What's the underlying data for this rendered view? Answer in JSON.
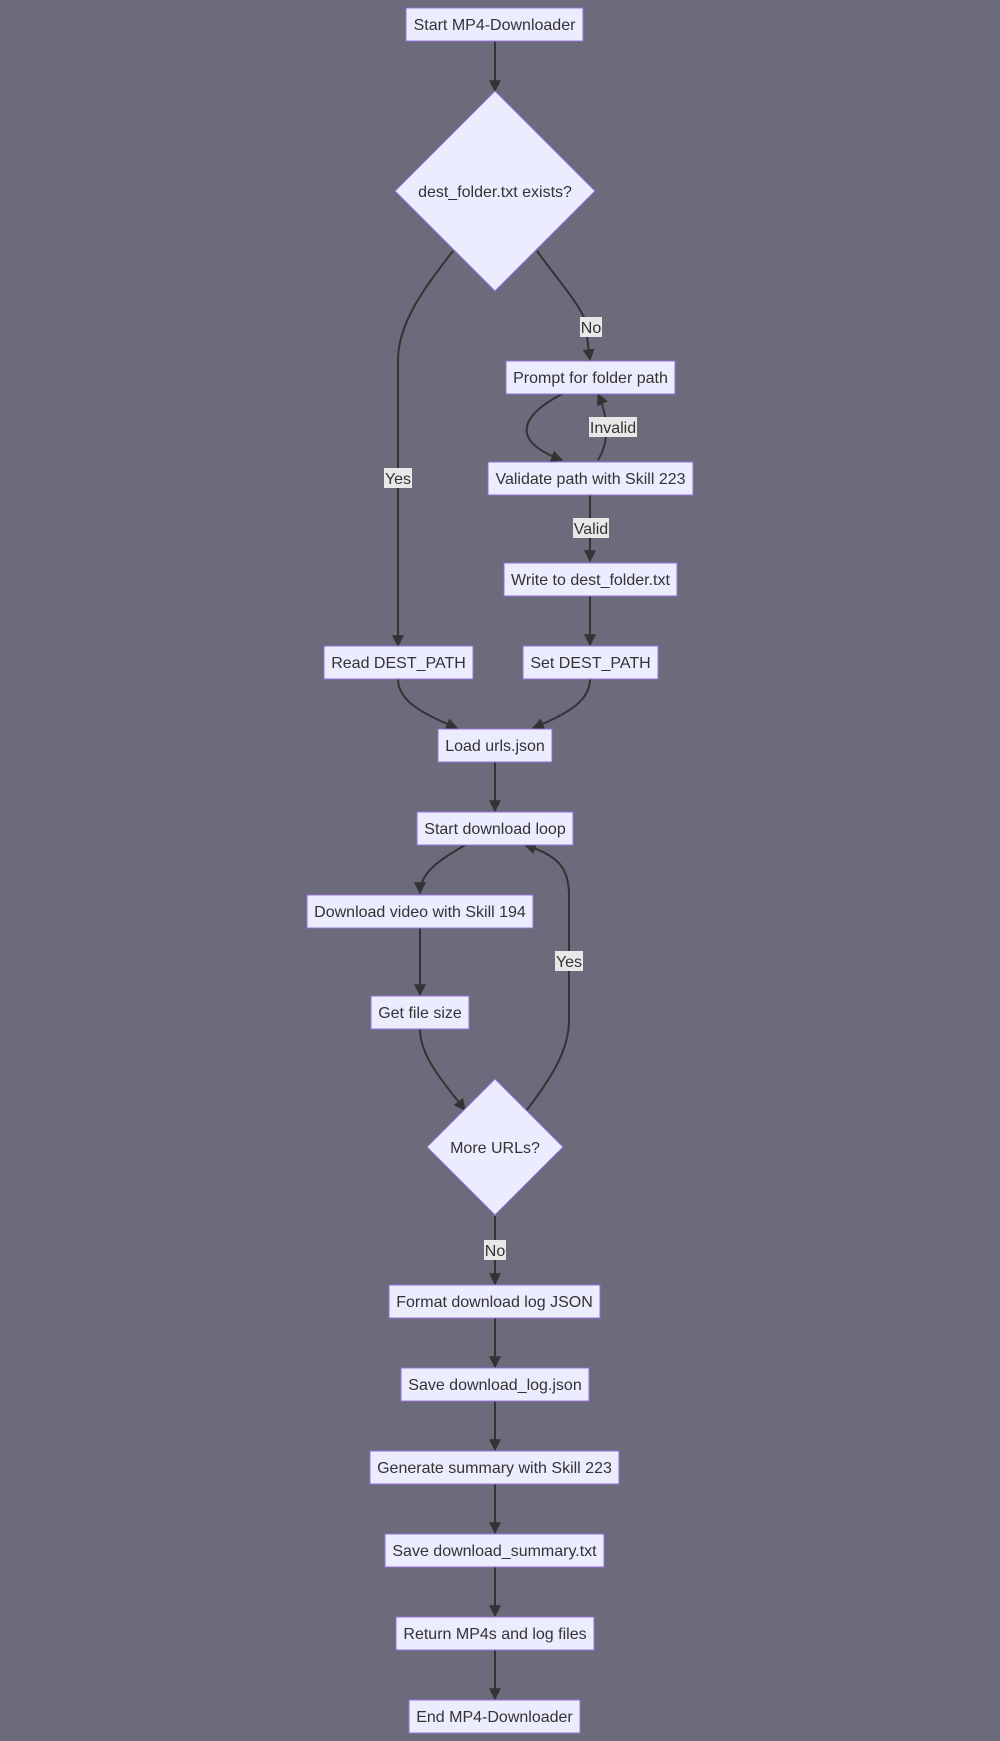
{
  "diagram": {
    "colors": {
      "background": "#6b6b7b",
      "node_fill": "#ececff",
      "node_stroke": "#9370db",
      "edge": "#333333",
      "label_bg": "#e8e8e8",
      "text": "#333333"
    },
    "nodes": {
      "start": "Start MP4-Downloader",
      "check_dest": "dest_folder.txt exists?",
      "prompt": "Prompt for folder path",
      "validate": "Validate path with Skill 223",
      "write_dest": "Write to dest_folder.txt",
      "read_dest": "Read DEST_PATH",
      "set_dest": "Set DEST_PATH",
      "load_urls": "Load urls.json",
      "start_loop": "Start download loop",
      "download": "Download video with Skill 194",
      "file_size": "Get file size",
      "more_urls": "More URLs?",
      "format_log": "Format download log JSON",
      "save_log": "Save download_log.json",
      "gen_summary": "Generate summary with Skill 223",
      "save_summary": "Save download_summary.txt",
      "return_files": "Return MP4s and log files",
      "end": "End MP4-Downloader"
    },
    "edge_labels": {
      "no_dest": "No",
      "yes_dest": "Yes",
      "invalid": "Invalid",
      "valid": "Valid",
      "yes_more": "Yes",
      "no_more": "No"
    }
  }
}
